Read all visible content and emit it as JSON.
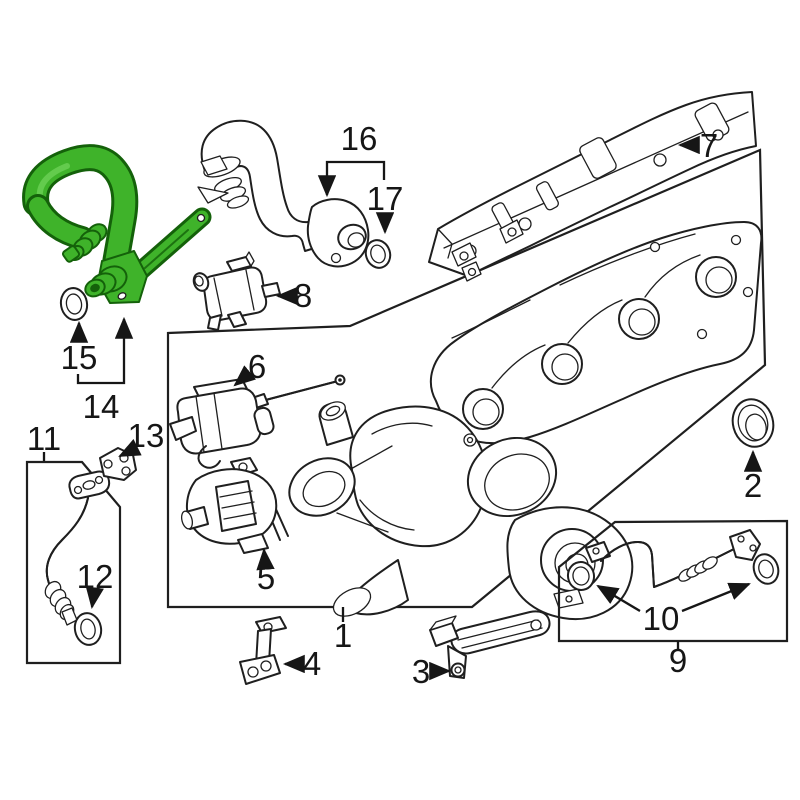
{
  "diagram": {
    "description": "Exploded parts diagram of a turbocharger and exhaust manifold assembly with numbered callouts",
    "background_color": "#ffffff",
    "line_color": "#1f1f1f",
    "highlight_color": "#3fb32a",
    "highlighted_callout": "14"
  },
  "callouts": [
    {
      "label": "1"
    },
    {
      "label": "2"
    },
    {
      "label": "3"
    },
    {
      "label": "4"
    },
    {
      "label": "5"
    },
    {
      "label": "6"
    },
    {
      "label": "7"
    },
    {
      "label": "8"
    },
    {
      "label": "9"
    },
    {
      "label": "10"
    },
    {
      "label": "11"
    },
    {
      "label": "12"
    },
    {
      "label": "13"
    },
    {
      "label": "14"
    },
    {
      "label": "15"
    },
    {
      "label": "16"
    },
    {
      "label": "17"
    }
  ]
}
